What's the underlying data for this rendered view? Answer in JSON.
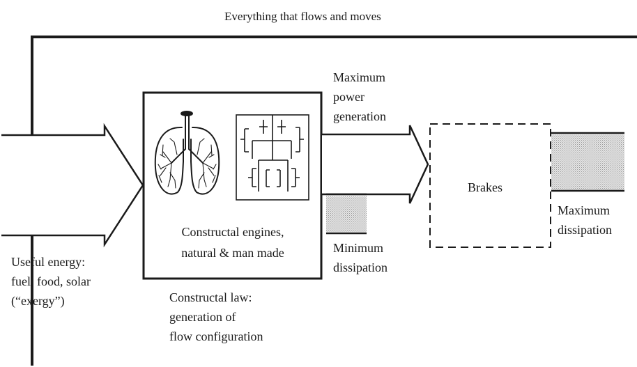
{
  "labels": {
    "outer_caption": "Everything that flows and moves",
    "max_power": "Maximum\npower\ngeneration",
    "engines": "Constructal engines,\nnatural & man made",
    "min_dissipation": "Minimum\ndissipation",
    "brakes": "Brakes",
    "max_dissipation": "Maximum\ndissipation",
    "useful_energy": "Useful energy:\nfuel, food, solar\n(“exergy”)",
    "constructal_law": "Constructal law:\ngeneration of\nflow configuration"
  },
  "colors": {
    "stroke": "#1a1a1a",
    "dissipation_fill": "#d4d4d4"
  },
  "icons": [
    "lungs-icon",
    "tree-network-icon"
  ]
}
